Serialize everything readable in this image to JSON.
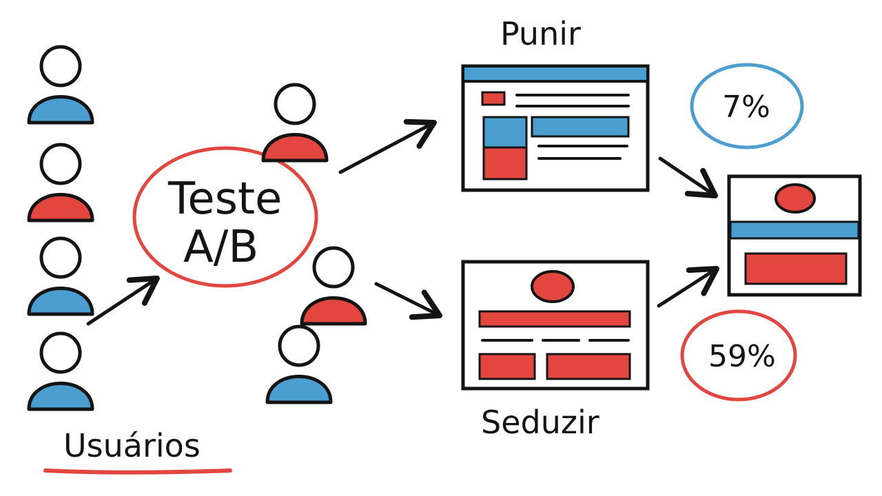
{
  "labels": {
    "users": "Usuários",
    "ab_test_line1": "Teste",
    "ab_test_line2": "A/B",
    "variant_a": "Punir",
    "variant_b": "Seduzir",
    "conversion_a": "7%",
    "conversion_b": "59%"
  },
  "colors": {
    "blue": "#4a9fd0",
    "red": "#e3453f",
    "ink": "#141414",
    "blue_ring": "#4a9fd0",
    "red_ring": "#e3453f"
  },
  "icons": {
    "user": "user-icon",
    "arrow": "arrow-icon",
    "wireframe": "wireframe-icon"
  }
}
